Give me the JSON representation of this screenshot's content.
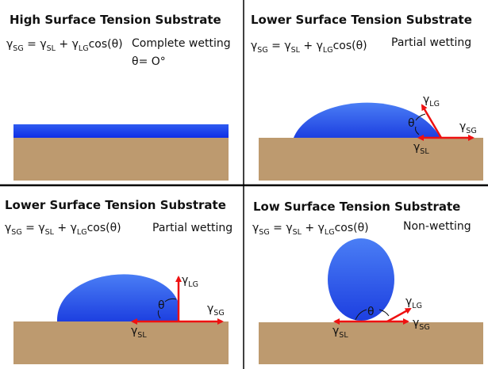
{
  "panels": [
    {
      "title": "High Surface Tension Substrate",
      "condition": "Complete wetting",
      "angle_note": "θ= O°"
    },
    {
      "title": "Lower Surface Tension Substrate",
      "condition": "Partial wetting"
    },
    {
      "title": "Lower Surface Tension Substrate",
      "condition": "Partial wetting"
    },
    {
      "title": "Low Surface Tension Substrate",
      "condition": "Non-wetting"
    }
  ],
  "equation": {
    "gamma": "γ",
    "sg": "SG",
    "sl": "SL",
    "lg": "LG",
    "eq": " = ",
    "plus": " + ",
    "cos": "cos(θ)"
  },
  "labels": {
    "theta": "θ"
  },
  "colors": {
    "liquid": "#2a5ef0",
    "substrate": "#bd9a6f",
    "arrow": "#ee1111"
  }
}
